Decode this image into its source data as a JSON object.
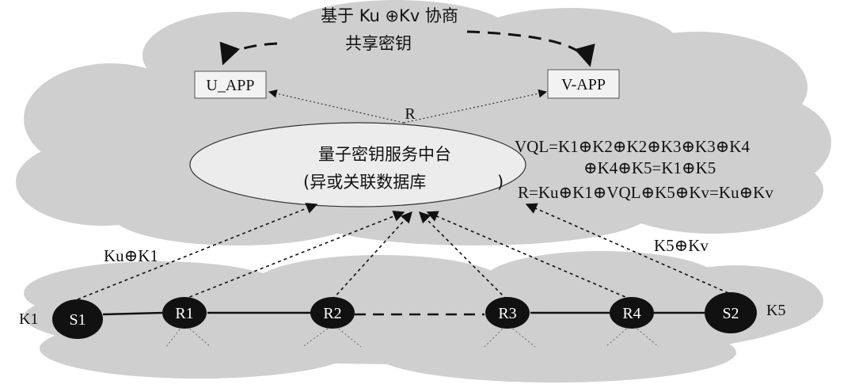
{
  "top_annotation": {
    "line1": "基于 Ku ⊕Kv 协商",
    "line2": "共享密钥"
  },
  "apps": {
    "left": "U_APP",
    "right": "V-APP"
  },
  "relay_label": "R",
  "center": {
    "line1": "量子密钥服务中台",
    "line2_prefix": "(异或关联数据库",
    "line2_suffix": ")"
  },
  "formulas": {
    "line1": "VQL=K1⊕K2⊕K2⊕K3⊕K3⊕K4",
    "line2": "⊕K4⊕K5=K1⊕K5",
    "line3": "R=Ku⊕K1⊕VQL⊕K5⊕Kv=Ku⊕Kv"
  },
  "edge_labels": {
    "left": "Ku⊕K1",
    "right": "K5⊕Kv"
  },
  "nodes": {
    "s1": "S1",
    "r1": "R1",
    "r2": "R2",
    "r3": "R3",
    "r4": "R4",
    "s2": "S2"
  },
  "key_labels": {
    "left": "K1",
    "right": "K5"
  },
  "colors": {
    "cloud": "#cfcfcf",
    "ellipse": "#ececec",
    "node": "#111111",
    "line": "#111111"
  }
}
